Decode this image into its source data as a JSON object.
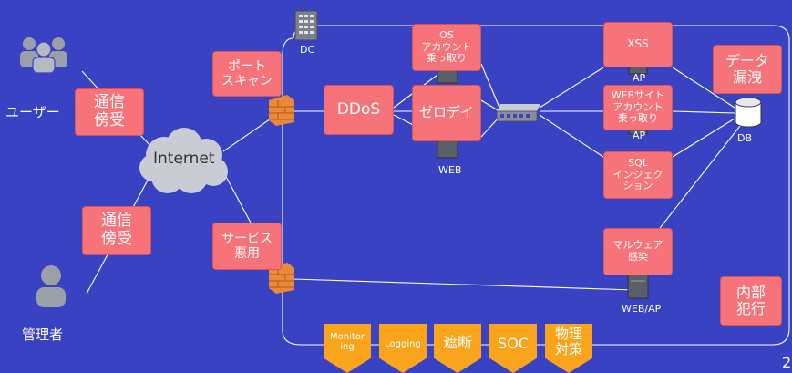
{
  "actors": {
    "user": "ユーザー",
    "admin": "管理者"
  },
  "network": {
    "internet": "Internet",
    "dc": "DC"
  },
  "servers": {
    "web": "WEB",
    "ap_top": "AP",
    "ap_mid": "AP",
    "db": "DB",
    "webap": "WEB/AP"
  },
  "threats": {
    "eavesdrop_user": "通信\n傍受",
    "eavesdrop_admin": "通信\n傍受",
    "port_scan": "ポート\nスキャン",
    "service_abuse": "サービス\n悪用",
    "ddos": "DDoS",
    "os_account": "OS\nアカウント\n乗っ取り",
    "zero_day": "ゼロデイ",
    "xss": "XSS",
    "web_account": "WEBサイト\nアカウント\n乗っ取り",
    "sql_injection": "SQL\nインジェク\nション",
    "malware": "マルウェア\n感染",
    "data_leak": "データ\n漏洩",
    "insider": "内部\n犯行"
  },
  "controls": {
    "monitoring": "Monitor\ning",
    "logging": "Logging",
    "block": "遮断",
    "soc": "SOC",
    "physical": "物理\n対策"
  },
  "corner_text": "2",
  "colors": {
    "background": "#3a42c4",
    "threat": "#f7737a",
    "control": "#f9a41a",
    "cloud": "#c9ccd3",
    "firewall": "#e98a3a",
    "person": "#9aa0a8"
  },
  "icons": [
    "users-icon",
    "admin-icon",
    "cloud-icon",
    "firewall-icon",
    "server-icon",
    "switch-icon",
    "database-icon",
    "datacenter-icon"
  ]
}
